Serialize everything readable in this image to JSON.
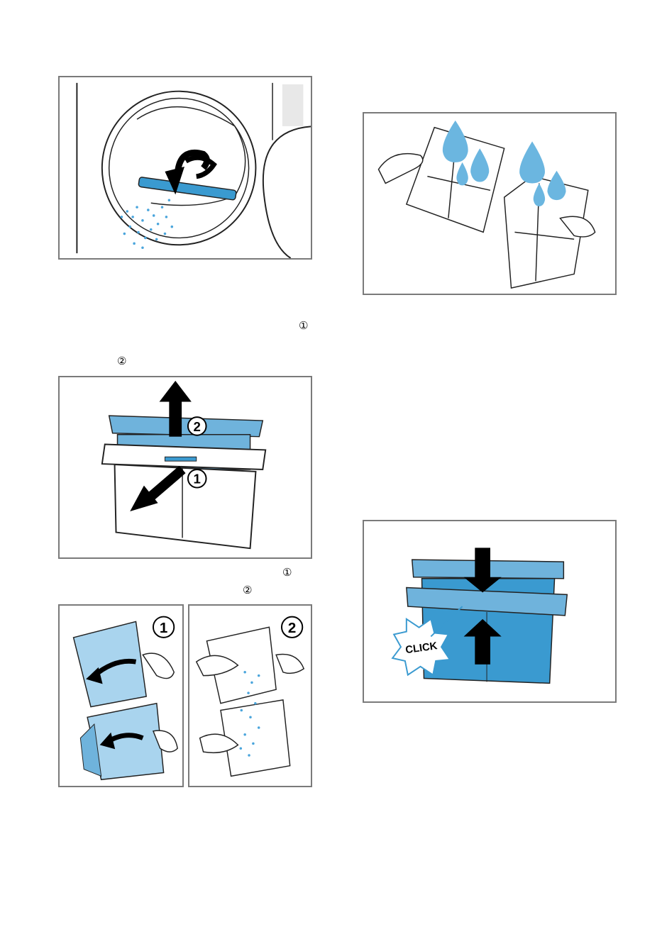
{
  "markers": {
    "step_1_a": "①",
    "step_2_a": "②",
    "step_1_b": "①",
    "step_2_b": "②"
  },
  "figures": {
    "filter_out": {
      "label_1": "1",
      "label_2": "2"
    },
    "clean": {
      "label_1": "1",
      "label_2": "2"
    },
    "reinsert": {
      "click_label": "CLICK"
    }
  },
  "colors": {
    "frame_border": "#7a7a7a",
    "filter_blue": "#6fb3dc",
    "filter_dark_blue": "#3a9ad0",
    "water_drop": "#6bb6e0",
    "lint": "#4aa5dc",
    "arrow": "#000000"
  },
  "icons": [
    "water-drop-icon",
    "arrow-up-icon",
    "arrow-down-icon",
    "rotate-arrow-icon",
    "hand-icon"
  ]
}
